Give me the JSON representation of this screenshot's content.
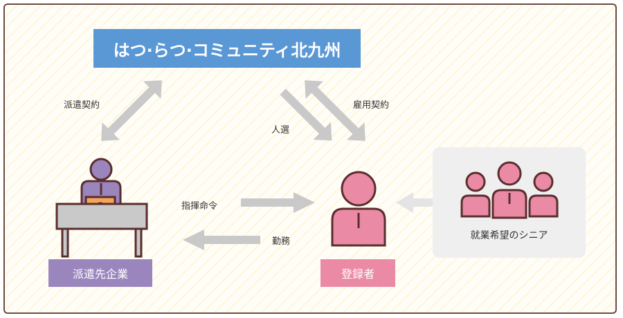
{
  "title": "はつ·らつ·コミュニティ北九州",
  "labels": {
    "haken_keiyaku": "派遣契約",
    "koyo_keiyaku": "雇用契約",
    "jinsen": "人選",
    "shiki_meirei": "指揮命令",
    "kinmu": "勤務"
  },
  "boxes": {
    "haken_saki": "派遣先企業",
    "tourokusha": "登録者"
  },
  "senior_label": "就業希望のシニア",
  "colors": {
    "title_bg": "#5a97d5",
    "haken_bg": "#9a86bd",
    "toroku_bg": "#ea8aa5",
    "arrow": "#c9c9c9",
    "person_pink": "#ea8aa5",
    "person_purple": "#9a86bd",
    "outline": "#5a2d2d"
  }
}
